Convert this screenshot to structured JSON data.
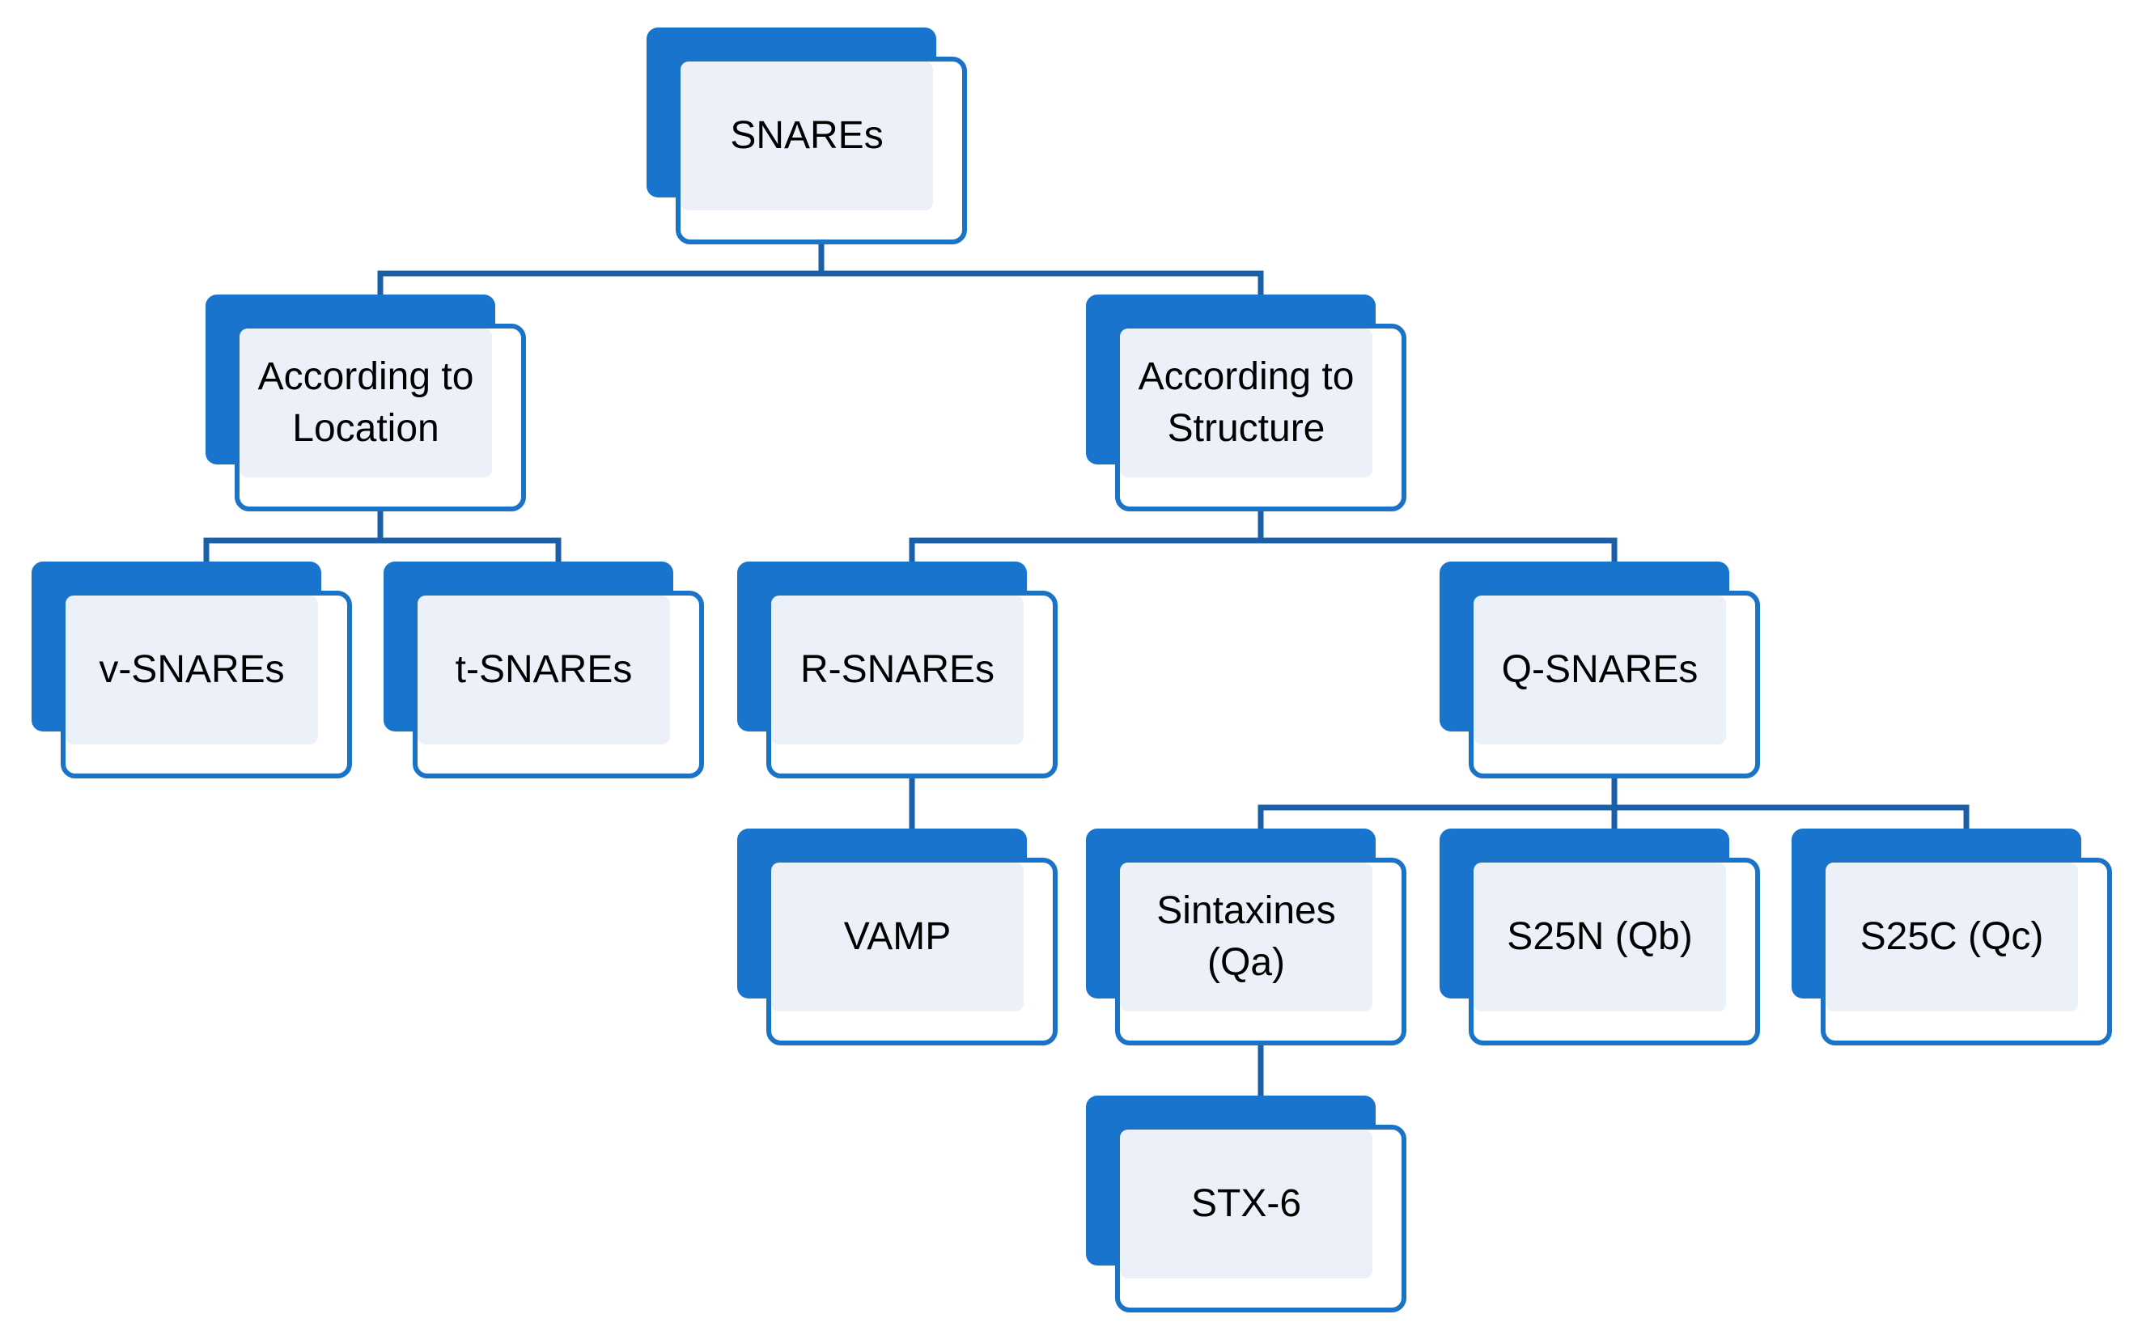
{
  "diagram": {
    "colors": {
      "node_back": "#1874CD",
      "node_border": "#1A73C6",
      "node_panel": "#ECF1F9",
      "connector": "#1A5FA8",
      "text": "#000000"
    },
    "nodes": [
      {
        "id": "snares",
        "label": "SNAREs",
        "parent": null
      },
      {
        "id": "location",
        "label": "According to\nLocation",
        "parent": "snares"
      },
      {
        "id": "structure",
        "label": "According to\nStructure",
        "parent": "snares"
      },
      {
        "id": "v_snares",
        "label": "v-SNAREs",
        "parent": "location"
      },
      {
        "id": "t_snares",
        "label": "t-SNAREs",
        "parent": "location"
      },
      {
        "id": "r_snares",
        "label": "R-SNAREs",
        "parent": "structure"
      },
      {
        "id": "q_snares",
        "label": "Q-SNAREs",
        "parent": "structure"
      },
      {
        "id": "vamp",
        "label": "VAMP",
        "parent": "r_snares"
      },
      {
        "id": "sintaxines",
        "label": "Sintaxines\n(Qa)",
        "parent": "q_snares"
      },
      {
        "id": "s25n",
        "label": "S25N (Qb)",
        "parent": "q_snares"
      },
      {
        "id": "s25c",
        "label": "S25C (Qc)",
        "parent": "q_snares"
      },
      {
        "id": "stx6",
        "label": "STX-6",
        "parent": "sintaxines"
      }
    ]
  }
}
